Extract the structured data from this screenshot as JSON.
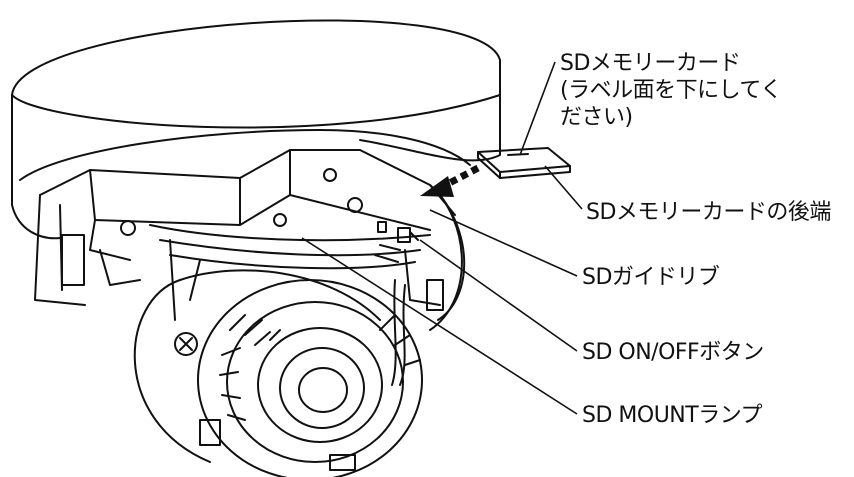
{
  "labels": {
    "sd_card_line1": "SDメモリーカード",
    "sd_card_line2": "(ラベル面を下にしてく",
    "sd_card_line3": "ださい)",
    "sd_card_rear_edge": "SDメモリーカードの後端",
    "sd_guide_rib": "SDガイドリブ",
    "sd_on_off_button": "SD ON/OFFボタン",
    "sd_mount_lamp": "SD MOUNTランプ"
  },
  "colors": {
    "line": "#111111",
    "background": "#ffffff",
    "insert_arrow": "#111111"
  }
}
